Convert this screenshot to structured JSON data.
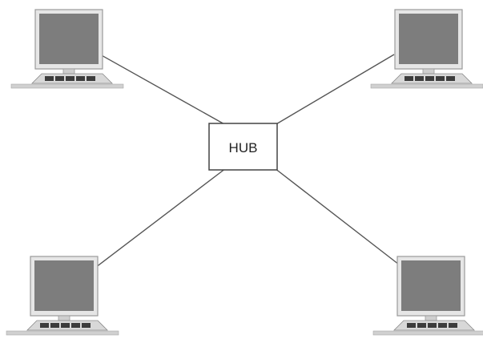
{
  "hub": {
    "label": "HUB"
  },
  "computers": [
    {
      "name": "top-left"
    },
    {
      "name": "top-right"
    },
    {
      "name": "bottom-left"
    },
    {
      "name": "bottom-right"
    }
  ],
  "colors": {
    "screen_fill": "#7d7d7d",
    "monitor_frame": "#e6e6e6",
    "monitor_edge": "#9a9a9a",
    "keyboard": "#3c3c3c",
    "base": "#d0d0d0",
    "line": "#555555",
    "hub_border": "#444444"
  },
  "icons": {
    "computer": "desktop-computer-icon"
  }
}
